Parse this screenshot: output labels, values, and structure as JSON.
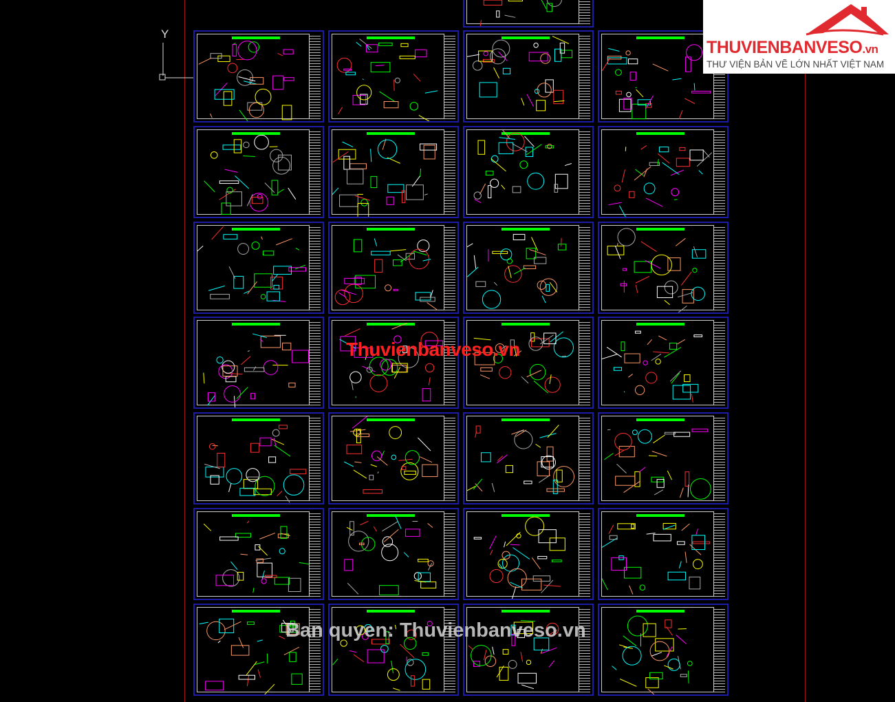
{
  "ucs": {
    "axis_label": "Y"
  },
  "logo": {
    "brand": "THUVIENBANVESO",
    "tld": ".vn",
    "tagline": "THƯ VIỆN BẢN VẼ LỚN NHẤT VIỆT NAM",
    "color": "#e02a2f"
  },
  "watermarks": {
    "center": "Thuvienbanveso.vn",
    "copyright": "Ban quyen: Thuvienbanveso.vn"
  },
  "colors": {
    "background": "#000000",
    "sheet_border": "#1c1ca8",
    "limit_line": "#a01010"
  }
}
